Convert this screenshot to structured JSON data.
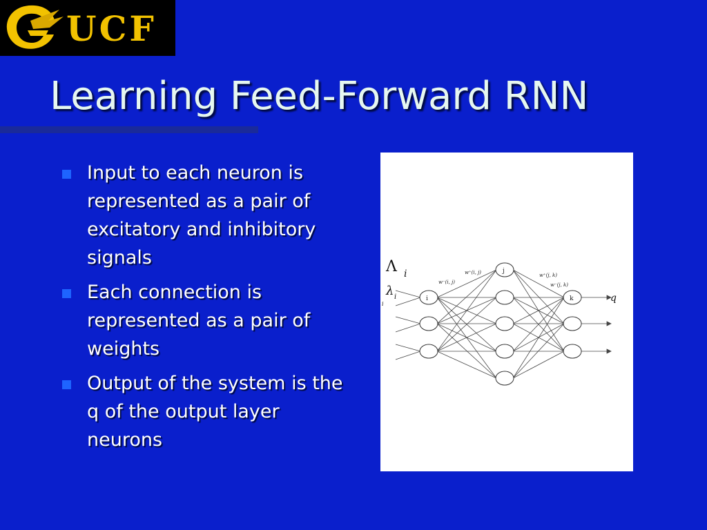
{
  "header": {
    "logo_text": "UCF",
    "title": "Learning Feed-Forward RNN"
  },
  "bullets": [
    {
      "text": "Input to each neuron is represented as a pair of excitatory and inhibitory signals"
    },
    {
      "text": "Each connection is represented as a pair of weights"
    },
    {
      "text": "Output of the system is the q of the output layer neurons"
    }
  ],
  "diagram": {
    "labels": {
      "big_lambda": "Λ",
      "big_lambda_sub": "i",
      "small_lambda": "λ",
      "small_lambda_sub": "i",
      "side_i": "i",
      "node_i": "i",
      "node_j": "j",
      "node_k": "k",
      "output_q": "q",
      "w_plus_ij": "w⁺(i, j)",
      "w_minus_ij": "w⁻(i, j)",
      "w_plus_jk": "w⁺(j, k)",
      "w_minus_jk": "w⁻(j, k)"
    }
  },
  "colors": {
    "background": "#0a1fcc",
    "title": "#e6f7f0",
    "bullet": "#1e64ff",
    "logo_gold": "#f2c200"
  }
}
